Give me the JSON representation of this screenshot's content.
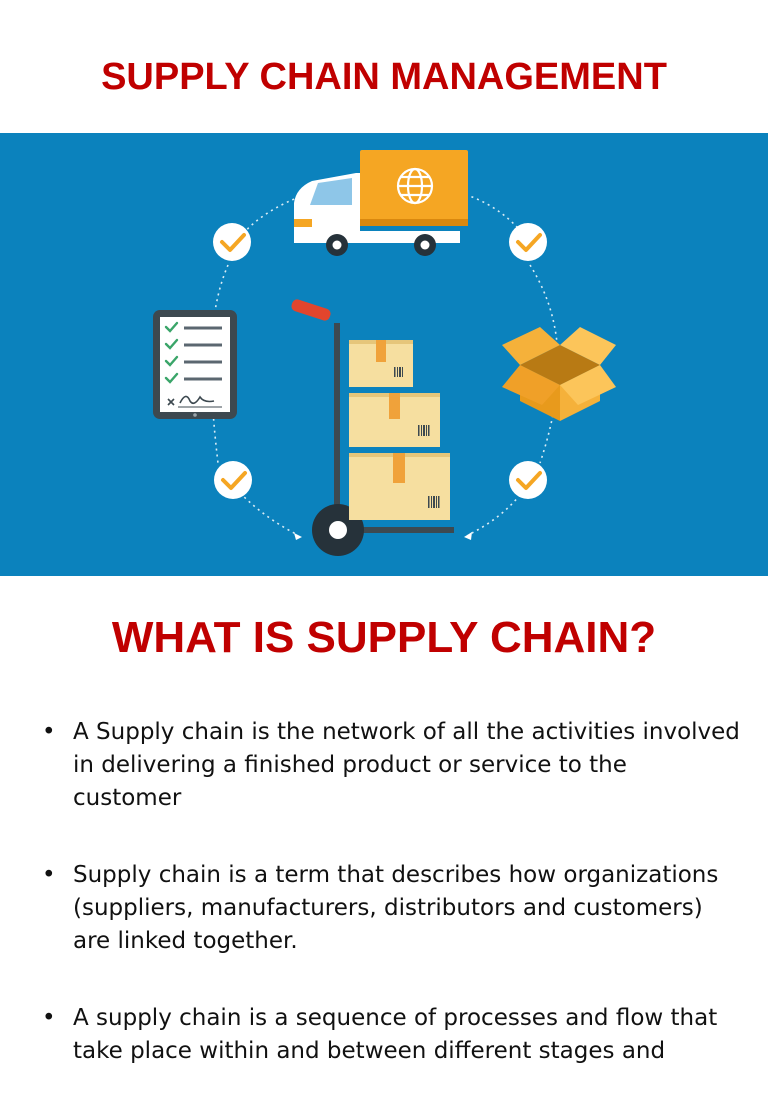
{
  "title": "SUPPLY CHAIN MANAGEMENT",
  "section_title": "WHAT IS SUPPLY CHAIN?",
  "bullets": [
    "A Supply chain is the network of all the activities involved in delivering a finished product or service to the customer",
    "Supply chain is a term that describes how organizations (suppliers, manufacturers, distributors and customers) are linked together.",
    "A supply chain is a sequence of processes and flow  that take place within and between different stages and"
  ],
  "colors": {
    "title": "#c00000",
    "hero_background": "#0b82bd",
    "accent_orange": "#f5a623",
    "box_tan": "#f6dfa0"
  },
  "icons": [
    "delivery-truck-icon",
    "globe-icon",
    "checkmark-icon",
    "checklist-tablet-icon",
    "hand-truck-icon",
    "cardboard-box-icon",
    "open-box-icon"
  ]
}
